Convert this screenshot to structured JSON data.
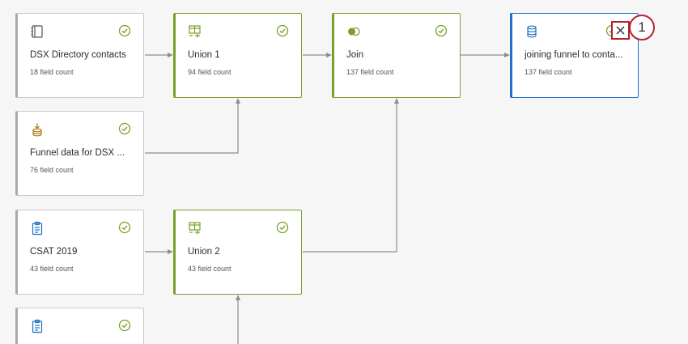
{
  "nodes": {
    "dsx_directory": {
      "title": "DSX Directory contacts",
      "count": "18 field count",
      "icon": "directory-icon"
    },
    "funnel": {
      "title": "Funnel data for DSX ...",
      "count": "76 field count",
      "icon": "import-icon"
    },
    "csat": {
      "title": "CSAT 2019",
      "count": "43 field count",
      "icon": "survey-icon"
    },
    "survey_partial": {
      "icon": "survey-icon"
    },
    "union1": {
      "title": "Union 1",
      "count": "94 field count",
      "icon": "union-icon"
    },
    "union2": {
      "title": "Union 2",
      "count": "43 field count",
      "icon": "union-icon"
    },
    "join": {
      "title": "Join",
      "count": "137 field count",
      "icon": "join-icon"
    },
    "output": {
      "title": "joining funnel to conta...",
      "count": "137 field count",
      "icon": "database-icon"
    }
  },
  "callout": {
    "number": "1"
  },
  "colors": {
    "transform_green": "#7aa02b",
    "destination_blue": "#1f6fc5",
    "source_gray": "#a9a9a9",
    "callout_red": "#b8202e"
  }
}
